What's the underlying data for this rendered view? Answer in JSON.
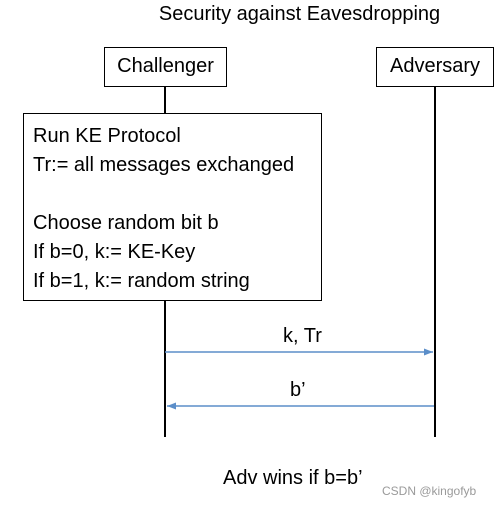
{
  "title": "Security against Eavesdropping",
  "parties": {
    "challenger": "Challenger",
    "adversary": "Adversary"
  },
  "challenger_actions": {
    "lines": [
      "Run KE Protocol",
      "Tr:= all messages exchanged",
      "",
      "Choose random bit b",
      "If b=0, k:= KE-Key",
      "If b=1, k:= random string"
    ]
  },
  "messages": [
    {
      "label": "k, Tr",
      "from": "Challenger",
      "to": "Adversary"
    },
    {
      "label": "b’",
      "from": "Adversary",
      "to": "Challenger"
    }
  ],
  "outcome": "Adv wins if b=b’",
  "watermark": "CSDN @kingofyb",
  "colors": {
    "arrow": "#5b8ec9",
    "lines": "#000000",
    "watermark": "#9a9a9a"
  }
}
